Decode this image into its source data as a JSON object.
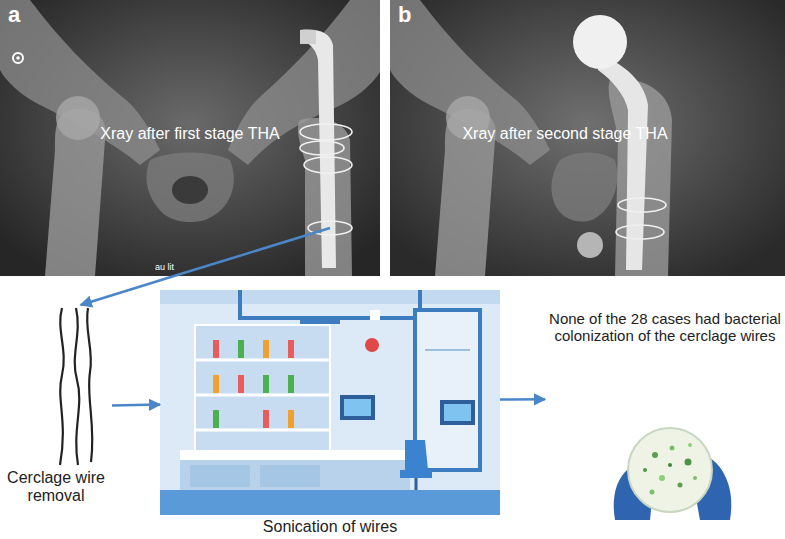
{
  "diagram": {
    "nodes": [
      {
        "text": [
          "a",
          "Xray after first stage THA"
        ]
      },
      {
        "text": [
          "b",
          "Xray after second stage THA"
        ]
      },
      {
        "text": [
          "Cerclage wire removal"
        ]
      },
      {
        "text": [
          "Sonication of wires"
        ]
      },
      {
        "text": [
          "None of the 28 cases had bacterial colonization of the cerclage wires"
        ]
      }
    ],
    "edges": [
      {
        "from": 0,
        "to": 2,
        "arrow": "to"
      },
      {
        "from": 2,
        "to": 3,
        "arrow": "to"
      },
      {
        "from": 3,
        "to": 4,
        "arrow": "to"
      }
    ],
    "labels": [
      "au lit"
    ]
  }
}
